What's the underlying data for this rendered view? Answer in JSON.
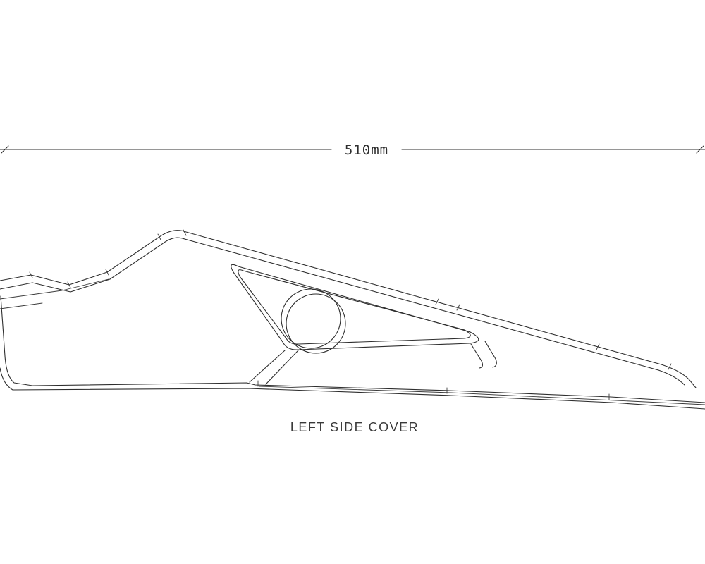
{
  "drawing": {
    "title": "left side cover technical drawing",
    "colors": {
      "background": "#ffffff",
      "line": "#2e2e2e",
      "text": "#3a3a3a"
    }
  },
  "dimension": {
    "label": "510mm"
  },
  "part": {
    "label": "LEFT SIDE COVER"
  }
}
